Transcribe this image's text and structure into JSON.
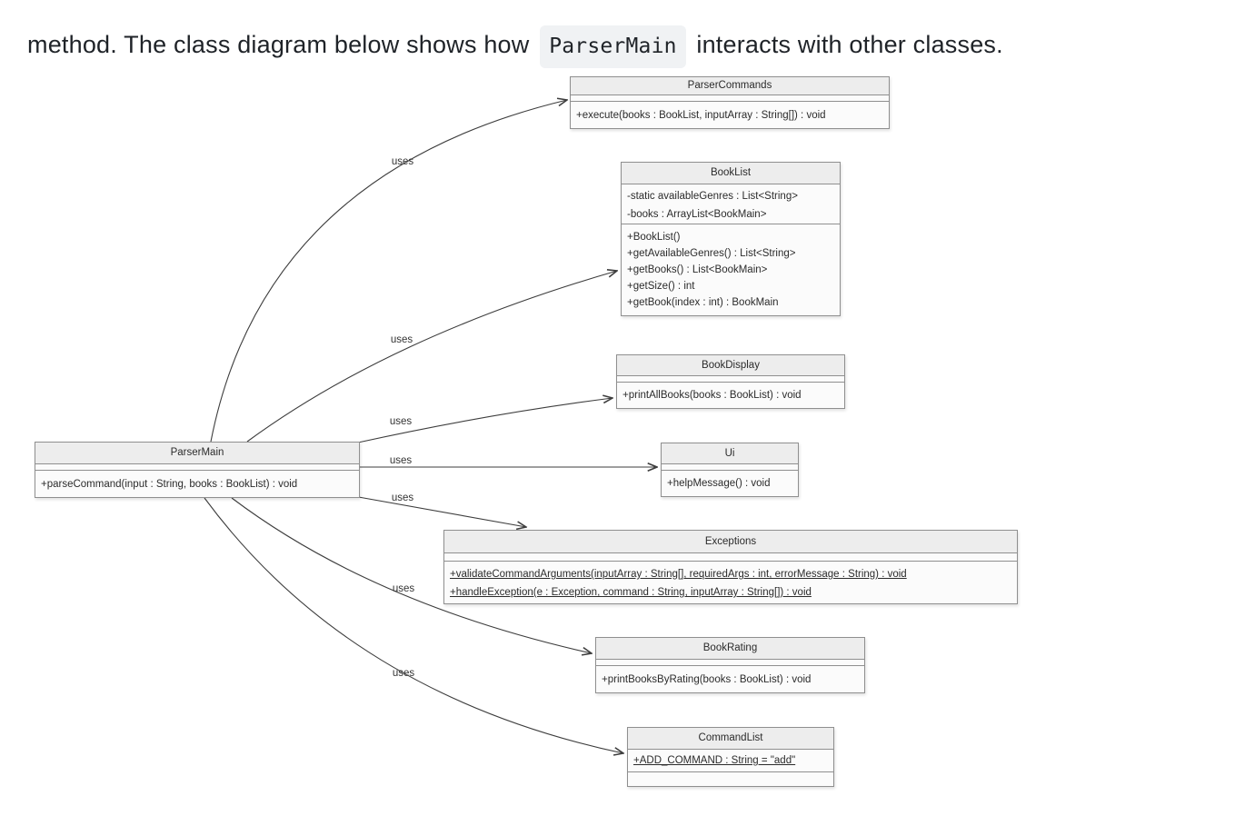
{
  "header": {
    "text_before": "method. The class diagram below shows how",
    "code": "ParserMain",
    "text_after": "interacts with other classes."
  },
  "colors": {
    "class_title_bg": "#ededed",
    "class_border": "#8f8f8f",
    "arrow": "#3d3d3d",
    "code_chip_bg": "#f0f2f4"
  },
  "classes": {
    "parser_main": {
      "title": "ParserMain",
      "attributes": [],
      "methods": [
        "+parseCommand(input : String, books : BookList) : void"
      ]
    },
    "parser_commands": {
      "title": "ParserCommands",
      "attributes": [],
      "methods": [
        "+execute(books : BookList, inputArray : String[]) : void"
      ]
    },
    "book_list": {
      "title": "BookList",
      "attributes": [
        "-static availableGenres : List<String>",
        "-books : ArrayList<BookMain>"
      ],
      "methods": [
        "+BookList()",
        "+getAvailableGenres() : List<String>",
        "+getBooks() : List<BookMain>",
        "+getSize() : int",
        "+getBook(index : int) : BookMain"
      ]
    },
    "book_display": {
      "title": "BookDisplay",
      "attributes": [],
      "methods": [
        "+printAllBooks(books : BookList) : void"
      ]
    },
    "ui": {
      "title": "Ui",
      "attributes": [],
      "methods": [
        "+helpMessage() : void"
      ]
    },
    "exceptions": {
      "title": "Exceptions",
      "attributes": [],
      "methods": [
        "+validateCommandArguments(inputArray : String[], requiredArgs : int, errorMessage : String) : void",
        "+handleException(e : Exception, command : String, inputArray : String[]) : void"
      ]
    },
    "book_rating": {
      "title": "BookRating",
      "attributes": [],
      "methods": [
        "+printBooksByRating(books : BookList) : void"
      ]
    },
    "command_list": {
      "title": "CommandList",
      "attributes": [
        "+ADD_COMMAND : String = \"add\""
      ],
      "methods": []
    }
  },
  "edges": [
    {
      "from": "ParserMain",
      "to": "ParserCommands",
      "label": "uses"
    },
    {
      "from": "ParserMain",
      "to": "BookList",
      "label": "uses"
    },
    {
      "from": "ParserMain",
      "to": "BookDisplay",
      "label": "uses"
    },
    {
      "from": "ParserMain",
      "to": "Ui",
      "label": "uses"
    },
    {
      "from": "ParserMain",
      "to": "Exceptions",
      "label": "uses"
    },
    {
      "from": "ParserMain",
      "to": "BookRating",
      "label": "uses"
    },
    {
      "from": "ParserMain",
      "to": "CommandList",
      "label": "uses"
    }
  ]
}
